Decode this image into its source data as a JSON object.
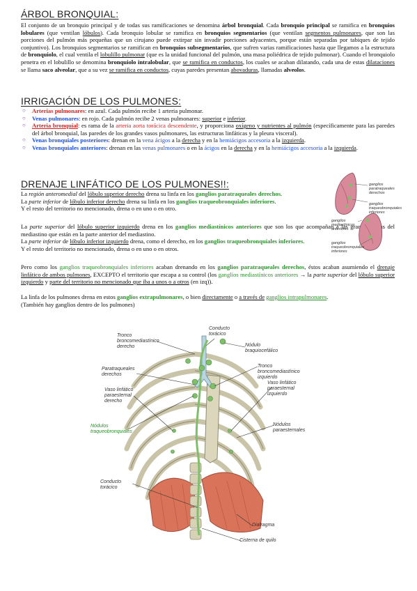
{
  "section1": {
    "title": "ÁRBOL BRONQUIAL:",
    "p1": "El conjunto de un bronquio principal y de todas sus ramificaciones se denomina",
    "b1": "árbol bronquial",
    "p2": ". Cada",
    "b2": "bronquio principal",
    "p3": "se ramifica en",
    "b3": "bronquios lobulares",
    "p4": "(que ventilan",
    "u1": "lóbulos",
    "p5": "). Cada bronquio lobular se ramifica en",
    "b4": "bronquios segmentarios",
    "p6": "(que ventilan",
    "u2": "segmentos pulmonares",
    "p7": ", que son las porciones del pulmón más pequeñas que un cirujano puede extirpar sin invadir porciones adyacentes, porque están separadas por tabiques de tejido conjuntivo). Los bronquios segmentarios se ramifican en",
    "b5": "bronquios subsegmentarios",
    "p8": ", que sufren varias ramificaciones hasta que llegamos a la estructura de",
    "b6": "bronquiolo",
    "p9": ", el cual ventila el",
    "u3": "lobulillo pulmonar",
    "p10": "(que es la unidad funcional del pulmón, una masa poliédrica de tejido pulmonar). Cuando el bronquiolo penetra en el lobulillo se denomina",
    "b7": "bronquiolo intralobular",
    "p11": ", que",
    "u4": "se ramifica en conductos",
    "p12": ", los cuales se acaban dilatando, cada una de estas",
    "u5": "dilataciones",
    "p13": "se llama",
    "b8": "saco alveolar",
    "p14": ", que a su vez",
    "u6": "se ramifica en conductos",
    "p15": ", cuyas paredes presentan",
    "u7": "abovaduras",
    "p16": ", llamadas",
    "b9": "alveolos",
    "p17": "."
  },
  "section2": {
    "title": "IRRIGACIÓN DE LOS PULMONES:",
    "i1_label": "Arterias pulmonares",
    "i1_text": ": en azul. Cada pulmón recibe 1 arteria pulmonar.",
    "i2_label": "Venas pulmonares",
    "i2_text": ": en rojo. Cada pulmón recibe 2 venas pulmonares:",
    "i2_u1": "superior",
    "i2_and": "e",
    "i2_u2": "inferior",
    "i2_end": ".",
    "i3_label": "Arteria bronquial",
    "i3_a": ": es rama de la",
    "i3_red": "arteria aorta torácica descendente",
    "i3_b": ", y proporciona",
    "i3_u1": "oxígeno y nutrientes al pulmón",
    "i3_c": "(específicamente para las paredes del árbol bronquial, las paredes de los grandes vasos pulmonares, las estructuras linfáticas y la pleura visceral).",
    "i4_label": "Venas bronquiales posteriores",
    "i4_a": ": drenan en la",
    "i4_b1": "vena ácigos",
    "i4_b": "a la",
    "i4_u1": "derecha",
    "i4_c": "y en la",
    "i4_b2": "hemiácigos accesoria",
    "i4_d": "a la",
    "i4_u2": "izquierda",
    "i4_e": ".",
    "i5_label": "Venas bronquiales anteriores",
    "i5_a": ": drenan en las",
    "i5_b1": "venas pulmonares",
    "i5_b": "o en la",
    "i5_b2": "ácigos",
    "i5_c": "en la",
    "i5_u1": "derecha",
    "i5_d": "y en la",
    "i5_b3": "hemiácigos accesoria",
    "i5_e": "a la",
    "i5_u2": "izquierda",
    "i5_f": "."
  },
  "section3": {
    "title": "DRENAJE LINFÁTICO DE LOS PULMONES!!:",
    "l1a": "La",
    "l1i": "región anteromedial",
    "l1b": "del",
    "l1u": "lóbulo superior derecho",
    "l1c": "drena su linfa en los",
    "l1g": "ganglios paratraqueales derechos",
    "l1d": ".",
    "l2a": "La",
    "l2i": "parte inferior",
    "l2b": "de",
    "l2u": "lóbulo inferior derecho",
    "l2c": "drena su linfa en los",
    "l2g": "ganglios traqueobronquiales inferiores",
    "l2d": ".",
    "l3": "Y el resto del territorio no mencionado, drena o en uno o en otro.",
    "l4a": "La",
    "l4i": "parte superior",
    "l4b": "del",
    "l4u": "lóbulo superior izquierdo",
    "l4c": "drena en los",
    "l4g": "ganglios mediastínicos anteriores",
    "l4d": "que son los que acompañan a las grandes venas del mediastino que están en la parte anterior del mediastino.",
    "l5a": "La",
    "l5i": "parte inferior",
    "l5b": "de",
    "l5u": "lóbulo inferior izquierdo",
    "l5c": "drena, como el derecho, en los",
    "l5g": "ganglios traqueobronquiales inferiores",
    "l5d": ".",
    "l6": "Y el resto del territorio no mencionado, drena o en uno o en otros.",
    "l7a": "Pero como los",
    "l7g1": "ganglios traqueobronquiales inferiores",
    "l7b": "acaban drenando en los",
    "l7g2": "ganglios paratraqueales derechos",
    "l7c": ", éstos acaban asumiendo el",
    "l7u1": "drenaje linfático de ambos pulmones",
    "l7d": ", EXCEPTO el territorio que escapa a su control (los",
    "l7g3": "ganglios mediastínicos anteriores",
    "l7arrow": "→",
    "l7e": "la",
    "l7i": "parte superior",
    "l7f": "del",
    "l7u2": "lóbulo superior izquierdo",
    "l7g": "y",
    "l7u3": "parte del territorio no mencionado que iba a unos o a otros",
    "l7h": "(en izq)).",
    "l8a": "La linfa de los pulmones drena en estos",
    "l8g1": "ganglios extrapulmonares",
    "l8b": ", o bien",
    "l8u1": "directamente",
    "l8c": "o",
    "l8u2": "a través de",
    "l8g2": "ganglios intrapulmonares",
    "l8d": ".",
    "l9": "(También hay ganglios dentro de los pulmones)"
  },
  "lung_figure": {
    "l1": "ganglios paratraqueales derechos",
    "l2": "ganglios traqueobronquiales inferiores",
    "l3": "ganglios mediastínicos anteriores",
    "l4": "ganglios traqueobronquiales inferiores"
  },
  "chest_figure": {
    "a": "Tronco broncomediastínico derecho",
    "b": "Conducto torácico",
    "c": "Nódulo braquiocefálico",
    "d": "Paratraqueales derechos",
    "e": "Tronco broncomediastínico izquierdo",
    "f": "Vaso linfático paraesternal derecho",
    "g": "Vaso linfático paraesternal izquierdo",
    "h": "Nódulos traqueobronquiales",
    "i": "Nódulos paraesternales",
    "j": "Conducto torácico",
    "k": "Diafragma",
    "l": "Cisterna de quilo"
  }
}
